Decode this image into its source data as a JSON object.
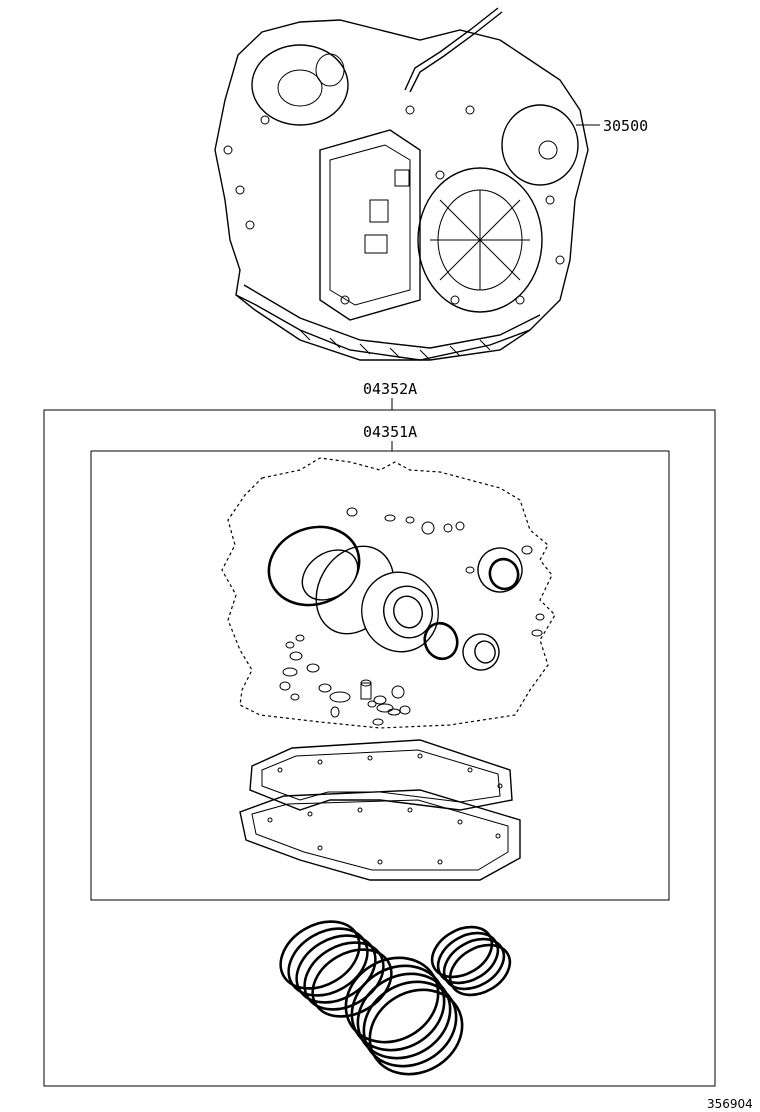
{
  "labels": {
    "transmission_part": "30500",
    "outer_kit": "04352A",
    "inner_kit": "04351A",
    "figure_number": "356904"
  }
}
